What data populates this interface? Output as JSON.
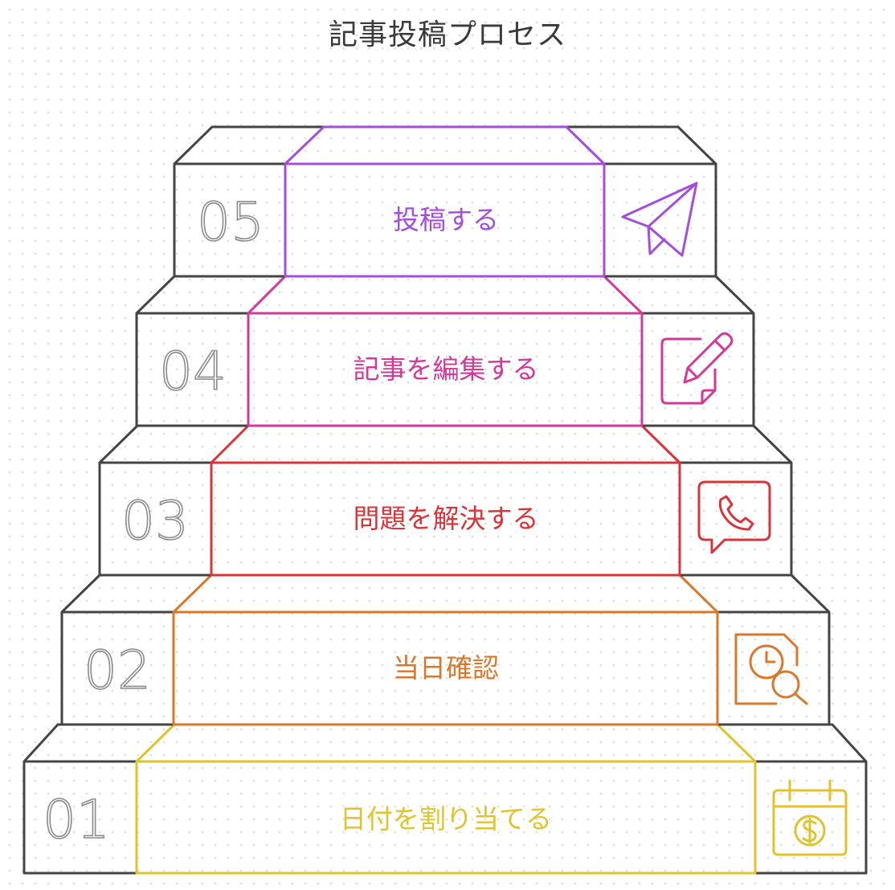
{
  "title": "記事投稿プロセス",
  "steps": [
    {
      "number": "01",
      "label": "日付を割り当てる",
      "icon": "calendar-dollar-icon",
      "color": "#E0C32E"
    },
    {
      "number": "02",
      "label": "当日確認",
      "icon": "clock-search-document-icon",
      "color": "#D9782A"
    },
    {
      "number": "03",
      "label": "問題を解決する",
      "icon": "phone-chat-icon",
      "color": "#D9343A"
    },
    {
      "number": "04",
      "label": "記事を編集する",
      "icon": "edit-pencil-icon",
      "color": "#D2399A"
    },
    {
      "number": "05",
      "label": "投稿する",
      "icon": "paper-plane-icon",
      "color": "#A44FDB"
    }
  ]
}
